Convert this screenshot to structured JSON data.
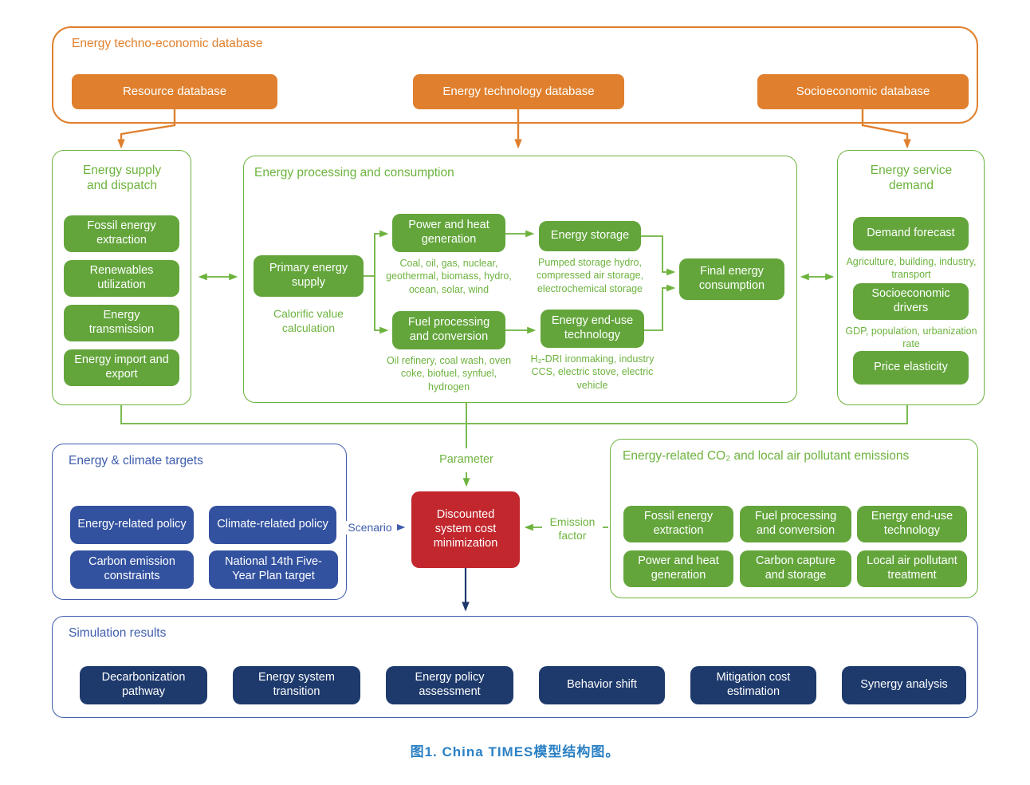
{
  "colors": {
    "orange": "#E0802E",
    "green_fill": "#63A53B",
    "green_line": "#6DB33E",
    "blue_fill": "#32519F",
    "blue_line": "#3E5DAC",
    "navy_fill": "#1E3A6C",
    "red_fill": "#C1272D",
    "caption_blue": "#2B80C4"
  },
  "top": {
    "title": "Energy techno-economic database",
    "boxes": [
      "Resource database",
      "Energy technology database",
      "Socioeconomic database"
    ]
  },
  "supply": {
    "title": "Energy supply and dispatch",
    "boxes": [
      "Fossil energy extraction",
      "Renewables utilization",
      "Energy transmission",
      "Energy import and export"
    ]
  },
  "processing": {
    "title": "Energy processing and consumption",
    "primary_label": "Primary energy supply",
    "primary_note": "Calorific value calculation",
    "power_label": "Power and heat generation",
    "power_note": "Coal, oil, gas, nuclear, geothermal, biomass, hydro, ocean, solar, wind",
    "fuel_label": "Fuel processing and conversion",
    "fuel_note": "Oil refinery, coal wash, oven coke, biofuel, synfuel, hydrogen",
    "storage_label": "Energy storage",
    "storage_note": "Pumped storage hydro, compressed air storage, electrochemical storage",
    "enduse_label": "Energy end-use technology",
    "enduse_note": "H₂-DRI ironmaking, industry CCS, electric stove, electric vehicle",
    "final_label": "Final energy consumption"
  },
  "service": {
    "title": "Energy service demand",
    "demand_label": "Demand forecast",
    "demand_note": "Agriculture, building, industry, transport",
    "drivers_label": "Socioeconomic drivers",
    "drivers_note": "GDP, population, urbanization rate",
    "price_label": "Price elasticity"
  },
  "targets": {
    "title": "Energy & climate targets",
    "boxes": [
      "Energy-related policy",
      "Climate-related policy",
      "Carbon emission constraints",
      "National 14th Five-Year Plan target"
    ]
  },
  "emissions": {
    "title": "Energy-related CO₂ and local air pollutant emissions",
    "boxes": [
      "Fossil energy extraction",
      "Fuel processing and conversion",
      "Energy end-use technology",
      "Power and heat generation",
      "Carbon capture and storage",
      "Local air pollutant treatment"
    ]
  },
  "core": {
    "label": "Discounted system cost minimization",
    "parameter_label": "Parameter",
    "scenario_label": "Scenario",
    "emission_factor_label": "Emission factor"
  },
  "results": {
    "title": "Simulation results",
    "boxes": [
      "Decarbonization pathway",
      "Energy system transition",
      "Energy policy assessment",
      "Behavior shift",
      "Mitigation cost estimation",
      "Synergy analysis"
    ]
  },
  "caption": "图1. China TIMES模型结构图。"
}
